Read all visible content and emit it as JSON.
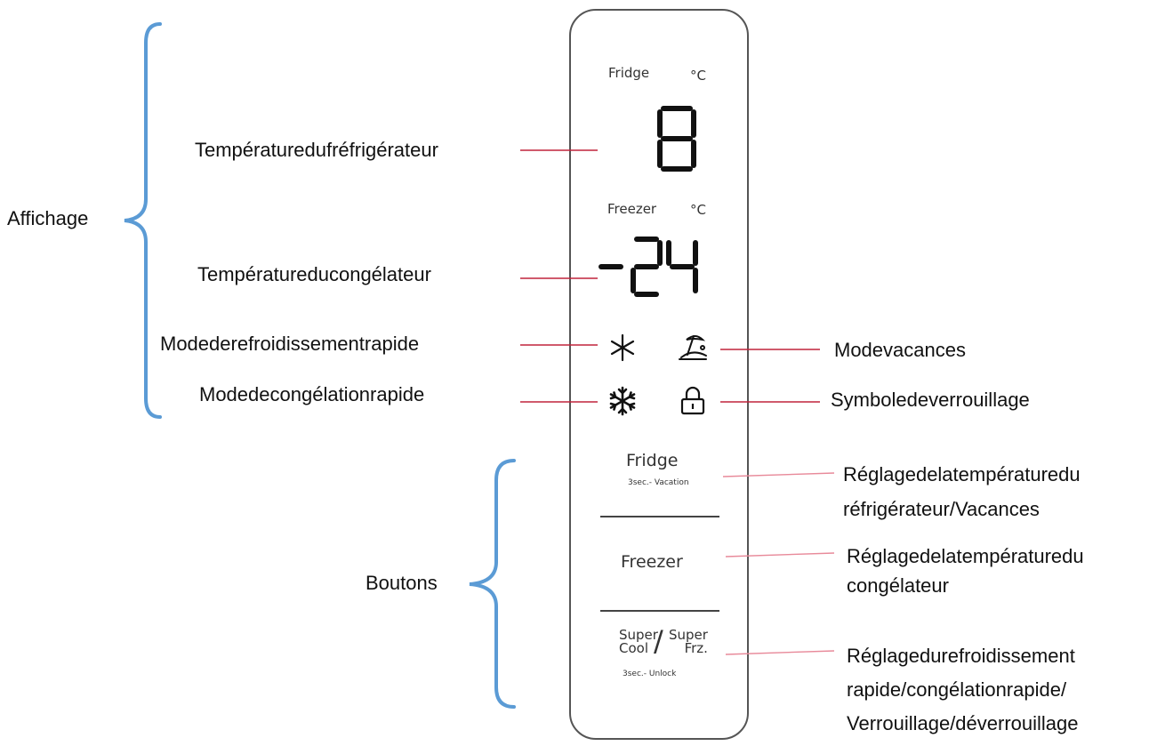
{
  "display_labels": {
    "fridge": "Fridge",
    "fridge_unit": "°C",
    "fridge_value": "8",
    "freezer": "Freezer",
    "freezer_unit": "°C",
    "freezer_value": "-24"
  },
  "buttons": {
    "fridge_label": "Fridge",
    "fridge_hint": "3sec.- Vacation",
    "freezer_label": "Freezer",
    "super_cool": "Super\nCool",
    "slash": "/",
    "super_frz": "Super\nFrz.",
    "super_hint": "3sec.- Unlock"
  },
  "groups": {
    "display": "Affichage",
    "buttons": "Boutons"
  },
  "callouts": {
    "fridge_temp": "Températuredufréfrigérateur",
    "freezer_temp": "Températureducongélateur",
    "super_cool_mode": "Modederefroidissementrapide",
    "super_frz_mode": "Modedecongélationrapide",
    "vacation_mode": "Modevacances",
    "lock_symbol": "Symboledeverrouillage",
    "fridge_button": "Réglagedelatempératuredu\nréfrigérateur/Vacances",
    "freezer_button": "Réglagedelatempératuredu\ncongélateur",
    "super_button": "Réglagedurefroidissement\nrapide/congélationrapide/\nVerrouillage/déverrouillage"
  },
  "colors": {
    "leader_line": "#c0243c",
    "brace": "#5b9bd5",
    "segment": "#111111"
  },
  "icons": [
    "snowflake-cool-icon",
    "snowflake-frz-icon",
    "vacation-icon",
    "lock-icon"
  ]
}
